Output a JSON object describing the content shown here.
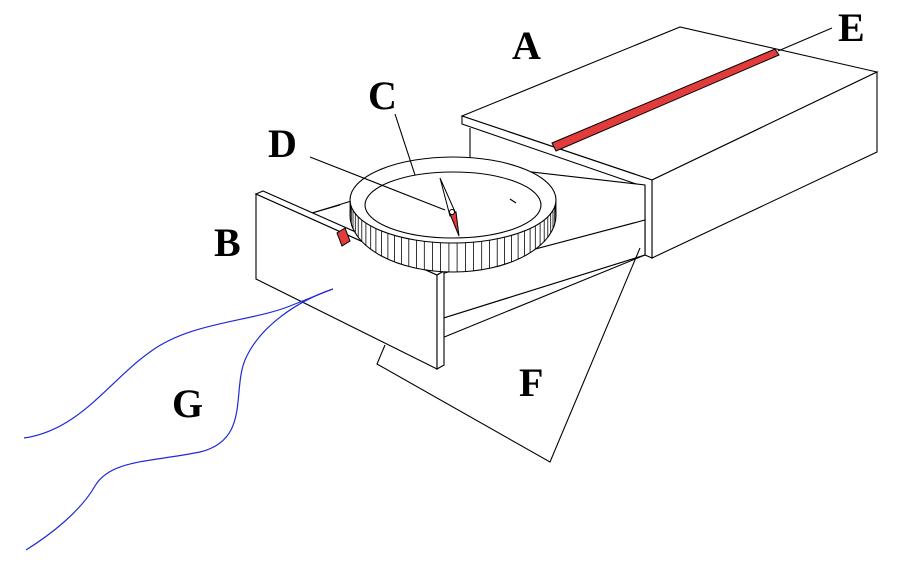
{
  "labels": {
    "a": "A",
    "b": "B",
    "c": "C",
    "d": "D",
    "e": "E",
    "f": "F",
    "g": "G"
  },
  "colors": {
    "accent_red": "#e23b3b",
    "cord_blue": "#1e2ad6",
    "line": "#000000",
    "background": "#ffffff"
  }
}
